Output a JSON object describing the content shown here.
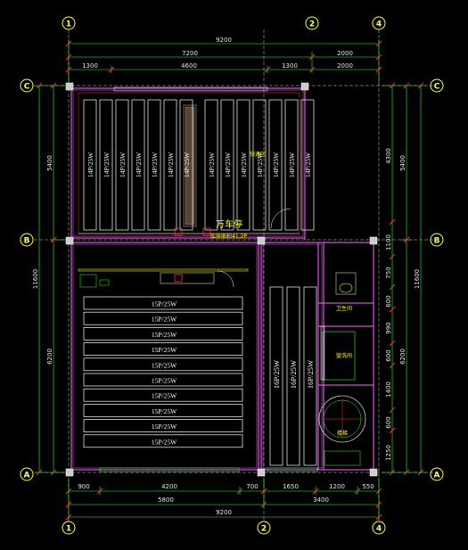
{
  "axes": {
    "columns": [
      "1",
      "2",
      "4"
    ],
    "rows": [
      "C",
      "B",
      "A"
    ]
  },
  "dims_top": {
    "overall": "9200",
    "seg1": "7200",
    "seg2": "2000",
    "sub": [
      "1300",
      "4600",
      "1300",
      "2000"
    ]
  },
  "dims_bottom": {
    "sub": [
      "900",
      "4200",
      "700",
      "1650",
      "1200",
      "550"
    ],
    "seg1": "5800",
    "seg2": "3400",
    "overall": "9200"
  },
  "dims_left": {
    "overall": "11600",
    "upper": "5400",
    "lower": "6200"
  },
  "dims_right": {
    "inner_upper": "4300",
    "inner_small": [
      "1100",
      "750",
      "600",
      "990",
      "600",
      "1400",
      "600",
      "1250"
    ],
    "overall": "11600",
    "upper": "5400",
    "lower": "6200"
  },
  "racks": {
    "upper_rows": [
      "14P/25W",
      "14P/25W",
      "14P/25W",
      "14P/25W",
      "14P/25W",
      "14P/25W",
      "14P/25W",
      "14P/25W",
      "14P/25W",
      "14P/25W",
      "14P/25W",
      "14P/25W",
      "14P/25W",
      "14P/25W"
    ],
    "lower_left": [
      "15P/25W",
      "15P/25W",
      "15P/25W",
      "15P/25W",
      "15P/25W",
      "15P/25W",
      "15P/25W",
      "15P/25W",
      "15P/25W",
      "15P/25W"
    ],
    "lower_mid": [
      "16P/25W",
      "16P/25W",
      "16P/25W"
    ]
  },
  "labels": {
    "room_name": "万车停",
    "room_note": "库房面积41.2P",
    "upper_tag": "快速区",
    "wc": "卫生间",
    "wash": "盥洗间",
    "stair": "楼梯"
  },
  "colors": {
    "wall": "#ff66ff",
    "green": "#33ff33",
    "red": "#ff3333",
    "white": "#ffffff",
    "yellow": "#ffff00",
    "axis": "#ffff55"
  }
}
